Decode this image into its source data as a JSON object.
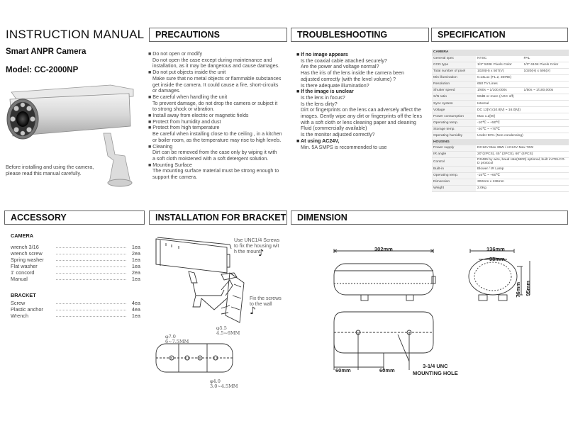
{
  "title": "INSTRUCTION MANUAL",
  "product": "Smart ANPR Camera",
  "model": "Model: CC-2000NP",
  "note_lines": [
    "Before installing and using the camera,",
    "please read this manual carefully."
  ],
  "headers": {
    "precautions": "PRECAUTIONS",
    "troubleshooting": "TROUBLESHOOTING",
    "specification": "SPECIFICATION",
    "accessory": "ACCESSORY",
    "installation": "INSTALLATION FOR BRACKET",
    "dimension": "DIMENSION"
  },
  "precautions": [
    {
      "bullet": "Do not open or modify",
      "lines": [
        "Do not open the case except during maintenance and",
        "installation, as it may be dangerous and cause damages."
      ]
    },
    {
      "bullet": "Do not put objects inside the unit",
      "lines": [
        "Make sure that no metal objects or flammable substances",
        "get inside the camera. It could cause a fire, short-circuits",
        "or damages."
      ]
    },
    {
      "bullet": "Be careful when handling the unit",
      "lines": [
        "To prevent damage, do not drop the camera or subject it",
        "to strong shock or vibration."
      ]
    },
    {
      "bullet": "Install away from electric or magnetic fields",
      "lines": []
    },
    {
      "bullet": "Protect from humidity and dust",
      "lines": []
    },
    {
      "bullet": "Protect from high temperature",
      "lines": [
        "Be careful when installing close to the ceiling , in a kitchen",
        "or boiler room, as the temperature may rise to high levels."
      ]
    },
    {
      "bullet": "Cleaning",
      "lines": [
        "Dirt can be removed from the case only by wiping it with",
        "a soft cloth moistened with a soft detergent solution."
      ]
    },
    {
      "bullet": "Mounting Surface",
      "lines": [
        "The mounting surface material must be strong enough to",
        "support the camera."
      ]
    }
  ],
  "troubleshooting": [
    {
      "bullet": "If no image appears",
      "lines": [
        "Is the coaxial cable attached securely?",
        "Are the power and voltage normal?",
        "Has the iris of the lens inside the camera been",
        "adjusted correctly (with the level volume) ?",
        "Is there adequate illumination?"
      ]
    },
    {
      "bullet": "If the image is unclear",
      "lines": [
        "Is the lens in focus?",
        "Is the lens dirty?",
        "Dirt or fingerprints on the lens can adversely affect the",
        "images. Gently wipe any dirt or fingerprints off the lens",
        "with a soft cloth or lens cleaning paper and cleaning",
        "Fluid (commercially available)",
        "Is the monitor adjusted correctly?"
      ]
    },
    {
      "bullet": "At using AC24V,",
      "lines": [
        "Min. 5A SMPS is recommended to use"
      ]
    }
  ],
  "spec": {
    "camera_label": "CAMERA",
    "housing_label": "HOUSING",
    "rows": [
      [
        "General spec",
        "NTSC",
        "PAL"
      ],
      [
        "CCD type",
        "1/3\" 520K Pixels Color",
        "1/3\" 610K Pixels Color"
      ],
      [
        "Total number of pixel",
        "1020(H) x 507(V)",
        "1020(H) x 595(V)"
      ],
      [
        "Min illumination",
        "0.14Lux (F1.2, 30IRE)",
        ""
      ],
      [
        "Resolution",
        "650 TV Lines",
        ""
      ],
      [
        "Shutter speed",
        "1/60s ~ 1/100,000s",
        "1/50s ~ 1/100,000s"
      ],
      [
        "S/N ratio",
        "50dB or more (AGC off)",
        ""
      ],
      [
        "Sync system",
        "Internal",
        ""
      ],
      [
        "Voltage",
        "DC 12[V] (10.8[V] ~ 16.0[V])",
        ""
      ],
      [
        "Power consumption",
        "Max 1.2[W]",
        ""
      ],
      [
        "Operating temp.",
        "-10℃ ~ +50℃",
        ""
      ],
      [
        "Storage temp.",
        "-20℃ ~ +70℃",
        ""
      ],
      [
        "Operating humidity",
        "Under 90% (Non-condensing)",
        ""
      ]
    ],
    "housing_rows": [
      [
        "Power supply",
        "DC12V Max 36W / AC24V Max 72W"
      ],
      [
        "IR angle",
        "20°(2PCS), 45° (2PCS), 60° (4PCS)"
      ],
      [
        "Control",
        "RS485 by wire, baud rate(9600) optional, built in PELCO-D protocol"
      ],
      [
        "Built-in",
        "Blower / IR Lamp"
      ],
      [
        "Operating temp.",
        "-15℃ ~ +60℃"
      ],
      [
        "Dimension",
        "302mm x 136mm"
      ],
      [
        "Weight",
        "2.0Kg"
      ]
    ]
  },
  "accessory": {
    "camera_label": "CAMERA",
    "camera_items": [
      [
        "wrench 3/16",
        "1ea"
      ],
      [
        "wrench screw",
        "2ea"
      ],
      [
        "Spring washer",
        "1ea"
      ],
      [
        "Flat washer",
        "1ea"
      ],
      [
        "1' concord",
        "2ea"
      ],
      [
        "Manual",
        "1ea"
      ]
    ],
    "bracket_label": "BRACKET",
    "bracket_items": [
      [
        "Screw",
        "4ea"
      ],
      [
        "Plastic anchor",
        "4ea"
      ],
      [
        "Wrench",
        "1ea"
      ]
    ]
  },
  "installation": {
    "note1": [
      "Use UNC1/4 Screws",
      "to fix the housing wit",
      "h the mount."
    ],
    "note2": [
      "Fix the screws",
      "to the wall"
    ],
    "dims": [
      "φ7.0",
      "6~7.5",
      "φ5.5",
      "4.5~6",
      "φ4.0",
      "3.0~4.5"
    ],
    "dim_units": [
      "MM",
      "MM",
      "MM"
    ]
  },
  "dimension": {
    "length": "302mm",
    "width": "136mm",
    "inner": "98mm",
    "h1": "76mm",
    "h2": "95mm",
    "left": "60mm",
    "right": "60mm",
    "hole": [
      "3-1/4 UNC",
      "MOUNTING HOLE"
    ]
  }
}
